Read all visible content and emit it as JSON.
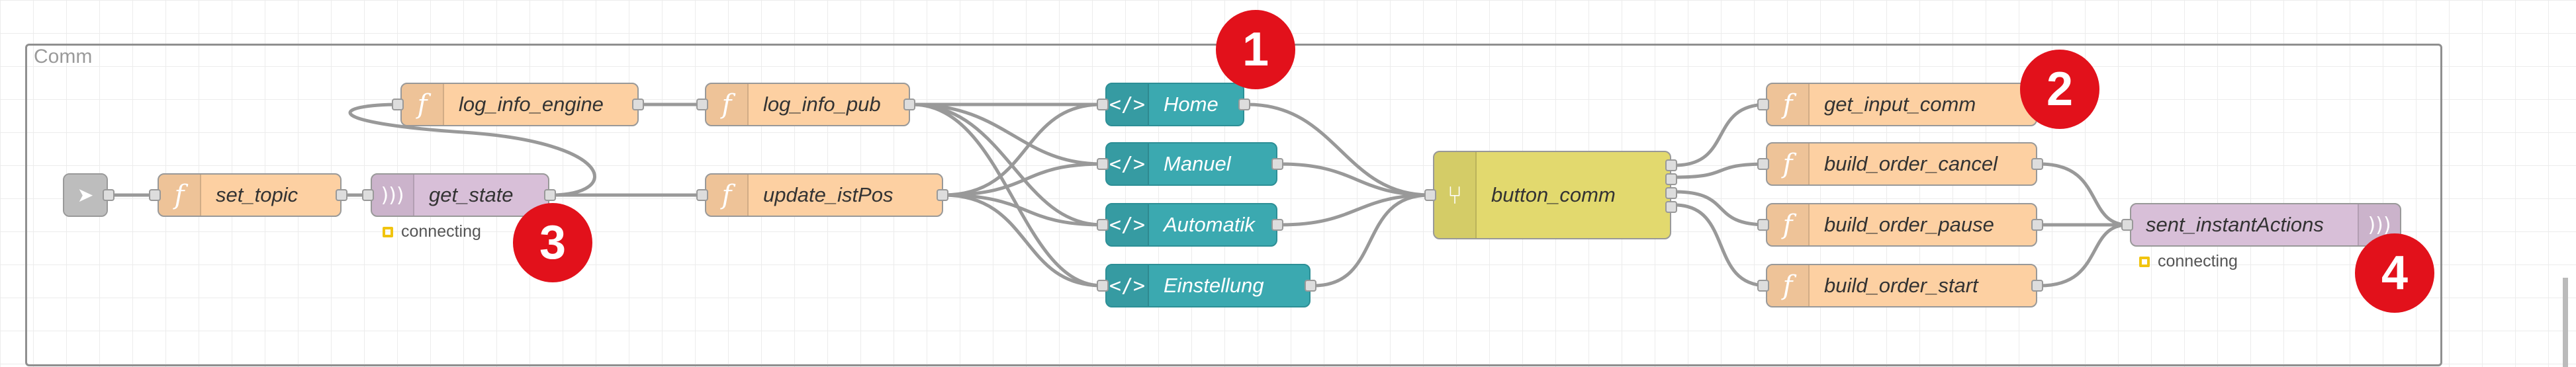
{
  "group": {
    "label": "Comm"
  },
  "nodes": {
    "set_topic": "set_topic",
    "get_state": "get_state",
    "log_info_engine": "log_info_engine",
    "log_info_pub": "log_info_pub",
    "update_istPos": "update_istPos",
    "home": "Home",
    "manuel": "Manuel",
    "automatik": "Automatik",
    "einstellung": "Einstellung",
    "button_comm": "button_comm",
    "get_input_comm": "get_input_comm",
    "build_order_cancel": "build_order_cancel",
    "build_order_pause": "build_order_pause",
    "build_order_start": "build_order_start",
    "sent_instantActions": "sent_instantActions"
  },
  "status": {
    "get_state": "connecting",
    "sent_instantActions": "connecting"
  },
  "badges": [
    "1",
    "2",
    "3",
    "4"
  ],
  "icons": {
    "function": "function-f-icon",
    "template": "code-template-icon",
    "mqtt": "mqtt-signal-icon",
    "switch": "switch-branch-icon",
    "inject": "inject-arrow-icon"
  },
  "colors": {
    "function": "#fdd0a2",
    "template": "#3ba9b0",
    "mqtt": "#d8bfd8",
    "switch": "#e2d96e",
    "badge": "#e2111b",
    "status_connecting": "#f1c40f"
  }
}
